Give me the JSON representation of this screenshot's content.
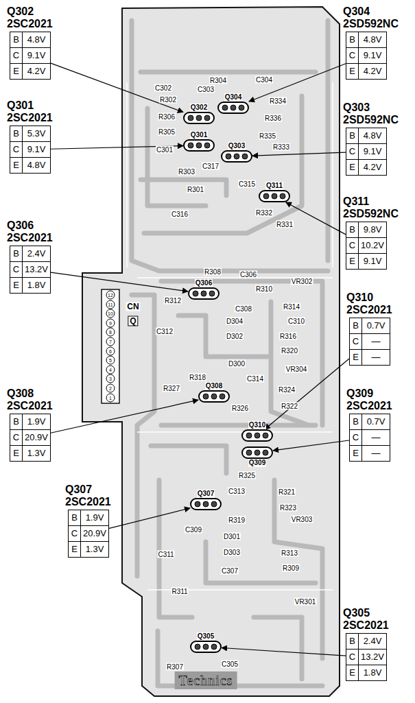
{
  "diagram": {
    "nodes": [
      {
        "text": [
          "Q302",
          "2SC2021",
          "B",
          "4.8V",
          "C",
          "9.1V",
          "E",
          "4.2V"
        ]
      },
      {
        "text": [
          "Q304",
          "2SD592NC",
          "B",
          "4.8V",
          "C",
          "9.1V",
          "E",
          "4.2V"
        ]
      },
      {
        "text": [
          "Q301",
          "2SC2021",
          "B",
          "5.3V",
          "C",
          "9.1V",
          "E",
          "4.8V"
        ]
      },
      {
        "text": [
          "Q303",
          "2SD592NC",
          "B",
          "4.8V",
          "C",
          "9.1V",
          "E",
          "4.2V"
        ]
      },
      {
        "text": [
          "Q311",
          "2SD592NC",
          "B",
          "9.8V",
          "C",
          "10.2V",
          "E",
          "9.1V"
        ]
      },
      {
        "text": [
          "Q306",
          "2SC2021",
          "B",
          "2.4V",
          "C",
          "13.2V",
          "E",
          "1.8V"
        ]
      },
      {
        "text": [
          "Q310",
          "2SC2021",
          "B",
          "0.7V",
          "C",
          "—",
          "E",
          "—"
        ]
      },
      {
        "text": [
          "Q309",
          "2SC2021",
          "B",
          "0.7V",
          "C",
          "—",
          "E",
          "—"
        ]
      },
      {
        "text": [
          "Q308",
          "2SC2021",
          "B",
          "1.9V",
          "C",
          "20.9V",
          "E",
          "1.3V"
        ]
      },
      {
        "text": [
          "Q307",
          "2SC2021",
          "B",
          "1.9V",
          "C",
          "20.9V",
          "E",
          "1.3V"
        ]
      },
      {
        "text": [
          "Q305",
          "2SC2021",
          "B",
          "2.4V",
          "C",
          "13.2V",
          "E",
          "1.8V"
        ]
      },
      {
        "text": [
          "Q304"
        ]
      },
      {
        "text": [
          "Q302"
        ]
      },
      {
        "text": [
          "Q301"
        ]
      },
      {
        "text": [
          "Q303"
        ]
      },
      {
        "text": [
          "Q311"
        ]
      },
      {
        "text": [
          "Q306"
        ]
      },
      {
        "text": [
          "Q308"
        ]
      },
      {
        "text": [
          "Q310"
        ]
      },
      {
        "text": [
          "Q309"
        ]
      },
      {
        "text": [
          "Q307"
        ]
      },
      {
        "text": [
          "Q305"
        ]
      }
    ],
    "edges": [
      {
        "from": 0,
        "to": 12,
        "arrow": "to"
      },
      {
        "from": 1,
        "to": 11,
        "arrow": "to"
      },
      {
        "from": 2,
        "to": 13,
        "arrow": "to"
      },
      {
        "from": 3,
        "to": 14,
        "arrow": "to"
      },
      {
        "from": 4,
        "to": 15,
        "arrow": "to"
      },
      {
        "from": 5,
        "to": 16,
        "arrow": "to"
      },
      {
        "from": 6,
        "to": 18,
        "arrow": "to"
      },
      {
        "from": 7,
        "to": 19,
        "arrow": "to"
      },
      {
        "from": 8,
        "to": 17,
        "arrow": "to"
      },
      {
        "from": 9,
        "to": 20,
        "arrow": "to"
      },
      {
        "from": 10,
        "to": 21,
        "arrow": "to"
      }
    ],
    "labels": [
      "R304",
      "C304",
      "C302",
      "C303",
      "R302",
      "R334",
      "R306",
      "R336",
      "R305",
      "R335",
      "C301",
      "R333",
      "C317",
      "R303",
      "C315",
      "R301",
      "C316",
      "R332",
      "R331",
      "R308",
      "C306",
      "R310",
      "VR302",
      "R312",
      "C308",
      "R314",
      "D304",
      "C310",
      "C312",
      "D302",
      "R316",
      "R320",
      "D300",
      "VR304",
      "C314",
      "R318",
      "R327",
      "R324",
      "R326",
      "R322",
      "R325",
      "C313",
      "R321",
      "R323",
      "R319",
      "VR303",
      "C309",
      "D301",
      "C311",
      "D303",
      "R313",
      "R309",
      "C307",
      "R311",
      "VR301",
      "R307",
      "C305",
      "CN",
      "Q",
      "12",
      "11",
      "10",
      "9",
      "8",
      "7",
      "6",
      "5",
      "4",
      "3",
      "2",
      "1",
      "Technics"
    ]
  }
}
